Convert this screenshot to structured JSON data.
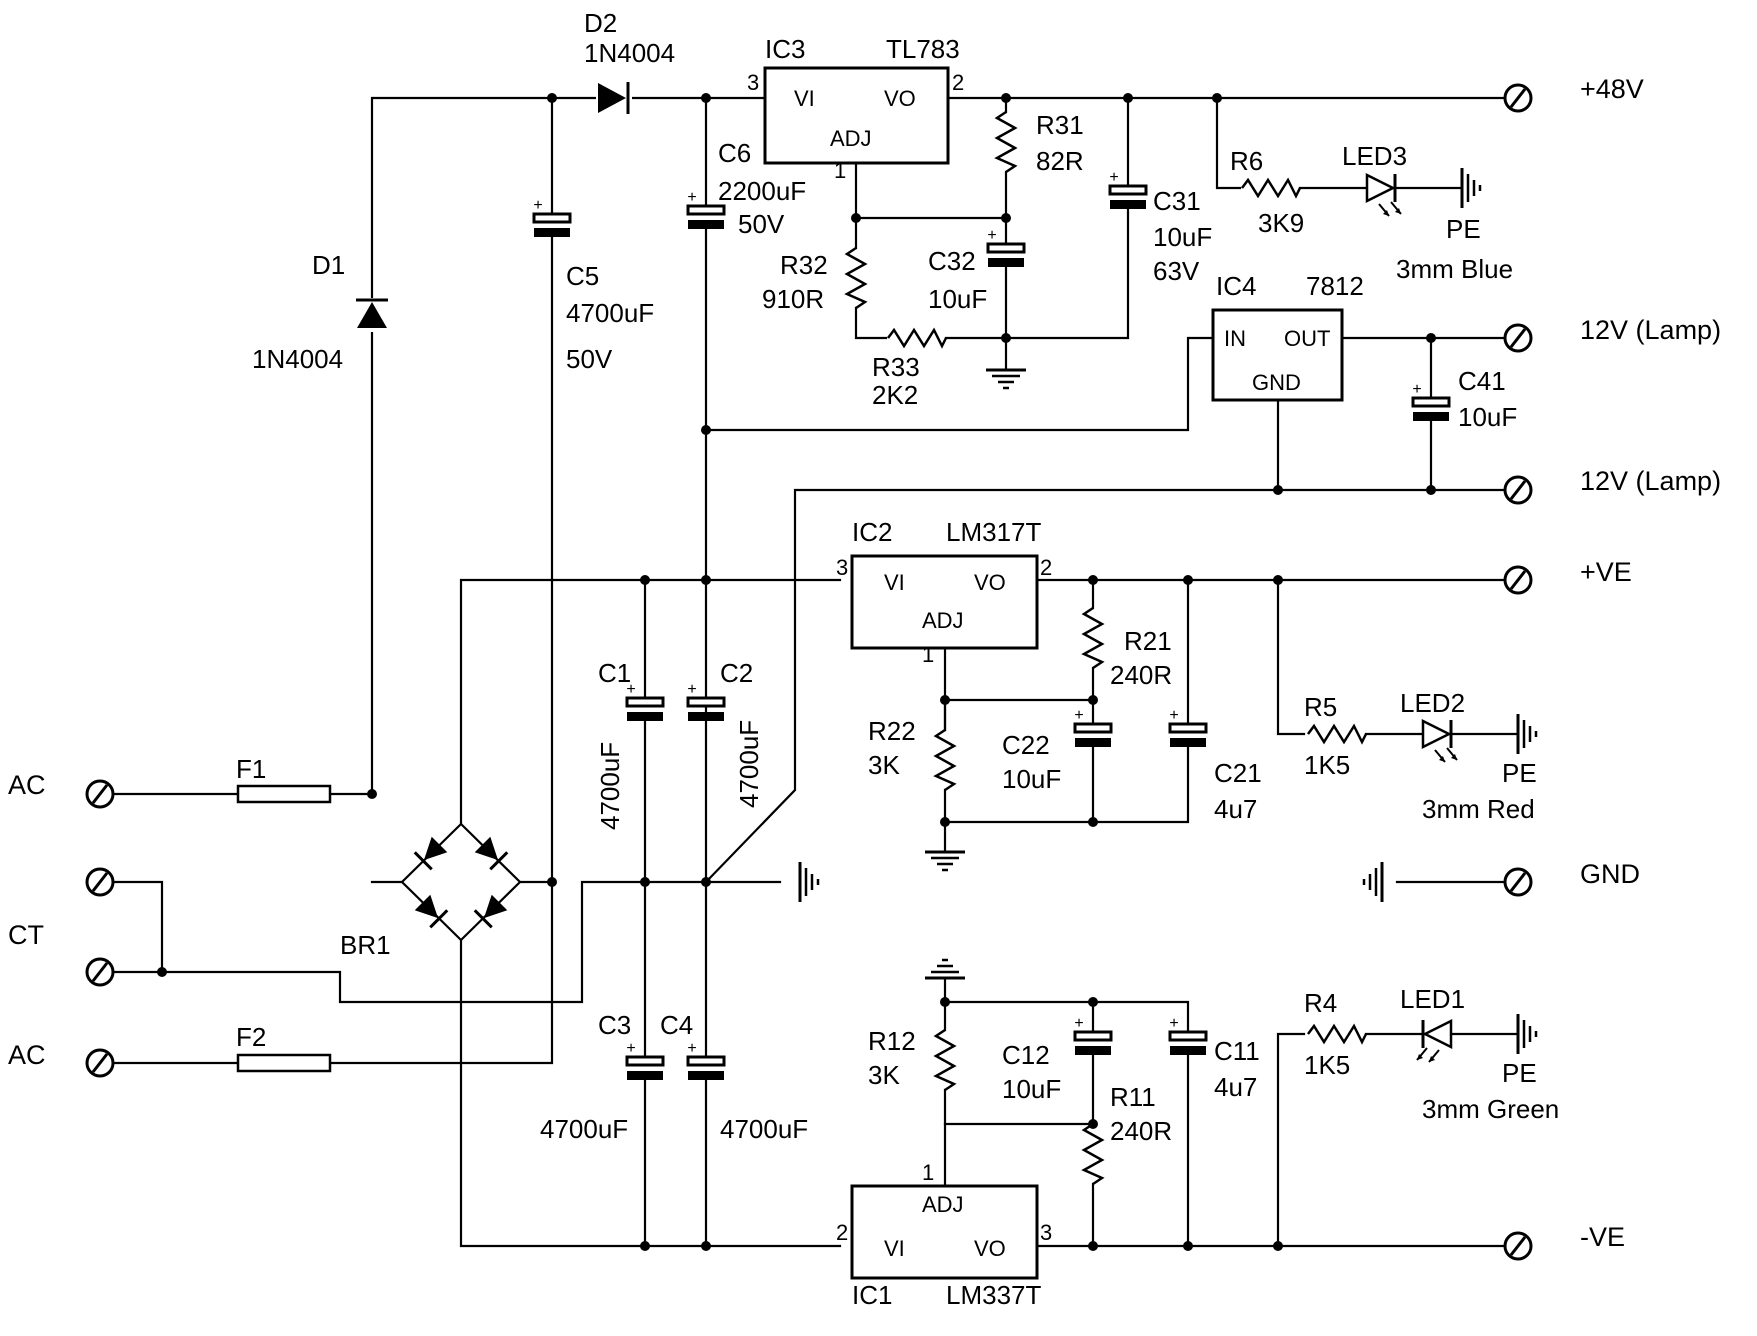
{
  "terminals": {
    "out_48v": "+48V",
    "lamp_a": "12V (Lamp)",
    "lamp_b": "12V (Lamp)",
    "pos_ve": "+VE",
    "gnd": "GND",
    "neg_ve": "-VE",
    "ac_top": "AC",
    "ct": "CT",
    "ac_bottom": "AC"
  },
  "components": {
    "d1": {
      "ref": "D1",
      "value": "1N4004"
    },
    "d2": {
      "ref": "D2",
      "value": "1N4004"
    },
    "c5": {
      "ref": "C5",
      "value": "4700uF",
      "voltage": "50V"
    },
    "c6": {
      "ref": "C6",
      "value": "2200uF",
      "voltage": "50V"
    },
    "ic3": {
      "ref": "IC3",
      "part": "TL783",
      "vi": "VI",
      "vo": "VO",
      "adj": "ADJ",
      "pin_in": "3",
      "pin_out": "2",
      "pin_adj": "1"
    },
    "r31": {
      "ref": "R31",
      "value": "82R"
    },
    "r32": {
      "ref": "R32",
      "value": "910R"
    },
    "r33": {
      "ref": "R33",
      "value": "2K2"
    },
    "c32": {
      "ref": "C32",
      "value": "10uF"
    },
    "c31": {
      "ref": "C31",
      "value": "10uF",
      "voltage": "63V"
    },
    "r6": {
      "ref": "R6",
      "value": "3K9"
    },
    "led3": {
      "ref": "LED3",
      "desc": "3mm Blue",
      "pe": "PE"
    },
    "ic4": {
      "ref": "IC4",
      "part": "7812",
      "in": "IN",
      "out": "OUT",
      "gnd": "GND"
    },
    "c41": {
      "ref": "C41",
      "value": "10uF"
    },
    "ic2": {
      "ref": "IC2",
      "part": "LM317T",
      "vi": "VI",
      "vo": "VO",
      "adj": "ADJ",
      "pin_in": "3",
      "pin_out": "2",
      "pin_adj": "1"
    },
    "r21": {
      "ref": "R21",
      "value": "240R"
    },
    "r22": {
      "ref": "R22",
      "value": "3K"
    },
    "c22": {
      "ref": "C22",
      "value": "10uF"
    },
    "c21": {
      "ref": "C21",
      "value": "4u7"
    },
    "r5": {
      "ref": "R5",
      "value": "1K5"
    },
    "led2": {
      "ref": "LED2",
      "desc": "3mm Red",
      "pe": "PE"
    },
    "c1": {
      "ref": "C1",
      "value": "4700uF"
    },
    "c2": {
      "ref": "C2",
      "value": "4700uF"
    },
    "c3": {
      "ref": "C3",
      "value": "4700uF"
    },
    "c4": {
      "ref": "C4",
      "value": "4700uF"
    },
    "f1": {
      "ref": "F1"
    },
    "f2": {
      "ref": "F2"
    },
    "br1": {
      "ref": "BR1"
    },
    "r12": {
      "ref": "R12",
      "value": "3K"
    },
    "c12": {
      "ref": "C12",
      "value": "10uF"
    },
    "c11": {
      "ref": "C11",
      "value": "4u7"
    },
    "r11": {
      "ref": "R11",
      "value": "240R"
    },
    "ic1": {
      "ref": "IC1",
      "part": "LM337T",
      "vi": "VI",
      "vo": "VO",
      "adj": "ADJ",
      "pin_in": "2",
      "pin_out": "3",
      "pin_adj": "1"
    },
    "r4": {
      "ref": "R4",
      "value": "1K5"
    },
    "led1": {
      "ref": "LED1",
      "desc": "3mm Green",
      "pe": "PE"
    }
  }
}
